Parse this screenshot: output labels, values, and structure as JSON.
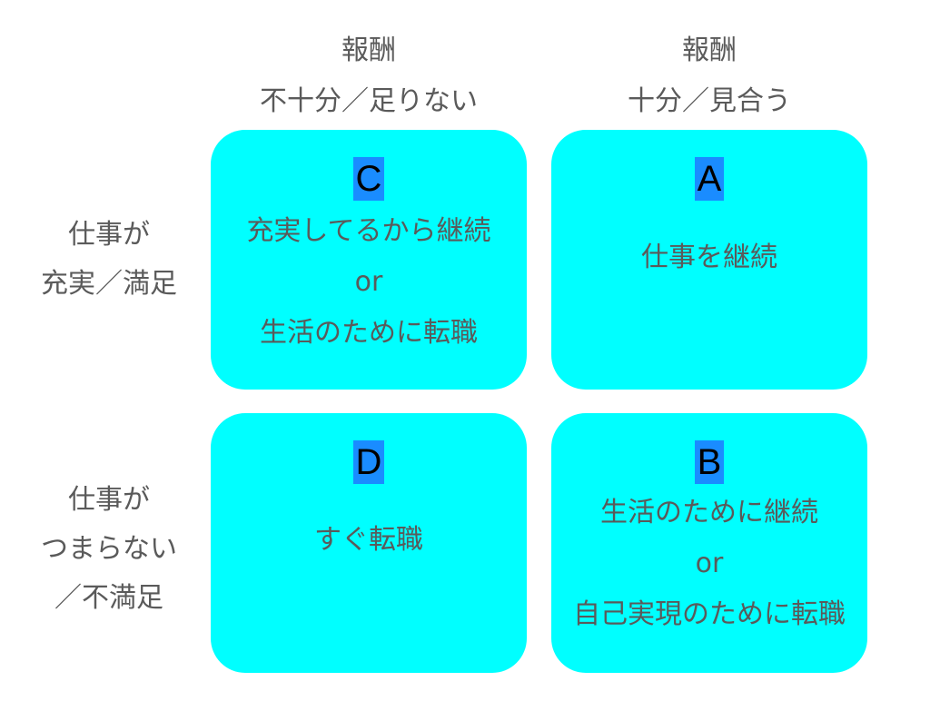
{
  "columns": [
    {
      "line1": "報酬",
      "line2": "不十分／足りない"
    },
    {
      "line1": "報酬",
      "line2": "十分／見合う"
    }
  ],
  "rows": [
    {
      "lines": [
        "仕事が",
        "充実／満足"
      ]
    },
    {
      "lines": [
        "仕事が",
        "つまらない",
        "／不満足"
      ]
    }
  ],
  "cells": {
    "C": {
      "label": "C",
      "lines": [
        "充実してるから継続",
        "or",
        "生活のために転職"
      ]
    },
    "A": {
      "label": "A",
      "lines": [
        "仕事を継続"
      ]
    },
    "D": {
      "label": "D",
      "lines": [
        "すぐ転職"
      ]
    },
    "B": {
      "label": "B",
      "lines": [
        "生活のために継続",
        "or",
        "自己実現のために転職"
      ]
    }
  },
  "colors": {
    "cell_fill": "#00ffff",
    "label_fill": "#1a8cff",
    "text": "#5a5a5a"
  }
}
